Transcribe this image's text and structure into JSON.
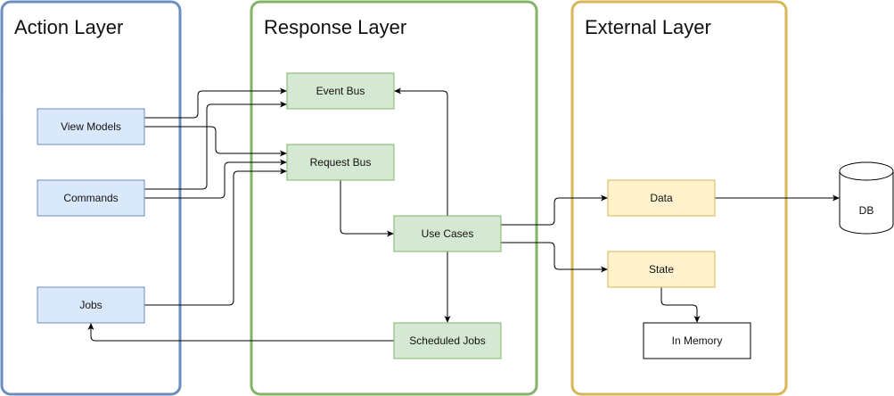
{
  "layers": {
    "action": {
      "title": "Action Layer",
      "color": "#6c8ebf"
    },
    "response": {
      "title": "Response Layer",
      "color": "#82b366"
    },
    "external": {
      "title": "External Layer",
      "color": "#d6b656"
    }
  },
  "nodes": {
    "view_models": {
      "label": "View Models",
      "fill": "#dae8fc",
      "stroke": "#6c8ebf"
    },
    "commands": {
      "label": "Commands",
      "fill": "#dae8fc",
      "stroke": "#6c8ebf"
    },
    "jobs": {
      "label": "Jobs",
      "fill": "#dae8fc",
      "stroke": "#6c8ebf"
    },
    "event_bus": {
      "label": "Event Bus",
      "fill": "#d5e8d4",
      "stroke": "#82b366"
    },
    "request_bus": {
      "label": "Request Bus",
      "fill": "#d5e8d4",
      "stroke": "#82b366"
    },
    "use_cases": {
      "label": "Use Cases",
      "fill": "#d5e8d4",
      "stroke": "#82b366"
    },
    "scheduled_jobs": {
      "label": "Scheduled Jobs",
      "fill": "#d5e8d4",
      "stroke": "#82b366"
    },
    "data": {
      "label": "Data",
      "fill": "#fff2cc",
      "stroke": "#d6b656"
    },
    "state": {
      "label": "State",
      "fill": "#fff2cc",
      "stroke": "#d6b656"
    },
    "in_memory": {
      "label": "In Memory",
      "fill": "#ffffff",
      "stroke": "#000000"
    },
    "db": {
      "label": "DB",
      "fill": "#ffffff",
      "stroke": "#000000"
    }
  },
  "edges": [
    {
      "from": "view_models",
      "to": "event_bus"
    },
    {
      "from": "view_models",
      "to": "request_bus"
    },
    {
      "from": "commands",
      "to": "event_bus"
    },
    {
      "from": "commands",
      "to": "request_bus"
    },
    {
      "from": "jobs",
      "to": "request_bus"
    },
    {
      "from": "request_bus",
      "to": "use_cases"
    },
    {
      "from": "use_cases",
      "to": "event_bus"
    },
    {
      "from": "use_cases",
      "to": "scheduled_jobs"
    },
    {
      "from": "use_cases",
      "to": "data"
    },
    {
      "from": "use_cases",
      "to": "state"
    },
    {
      "from": "scheduled_jobs",
      "to": "jobs"
    },
    {
      "from": "data",
      "to": "db"
    },
    {
      "from": "state",
      "to": "in_memory"
    }
  ]
}
